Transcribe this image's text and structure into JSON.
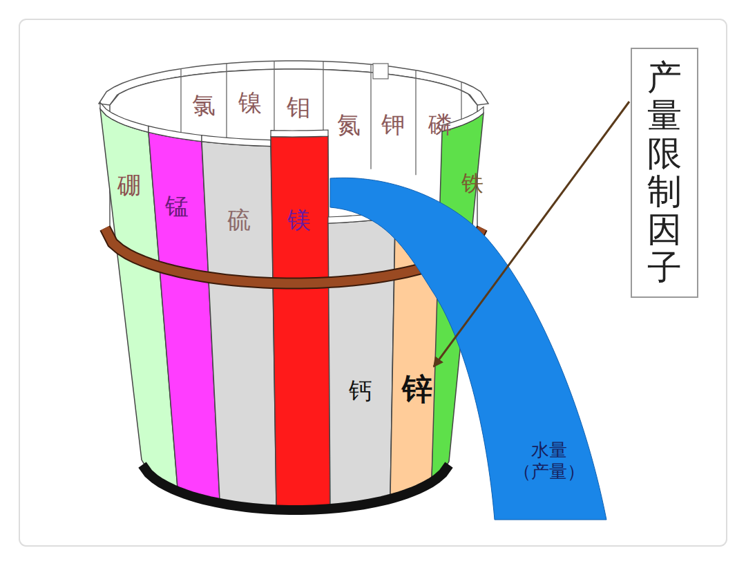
{
  "diagram": {
    "nodes": [
      {
        "text": [
          "氯"
        ]
      },
      {
        "text": [
          "镍"
        ]
      },
      {
        "text": [
          "钼"
        ]
      },
      {
        "text": [
          "氮"
        ]
      },
      {
        "text": [
          "钾"
        ]
      },
      {
        "text": [
          "磷"
        ]
      },
      {
        "text": [
          "硼"
        ]
      },
      {
        "text": [
          "锰"
        ]
      },
      {
        "text": [
          "硫"
        ]
      },
      {
        "text": [
          "镁"
        ]
      },
      {
        "text": [
          "铁"
        ]
      },
      {
        "text": [
          "钙"
        ]
      },
      {
        "text": [
          "锌"
        ]
      },
      {
        "text": [
          "产量限制因子"
        ]
      },
      {
        "text": [
          "水量 （产量）"
        ]
      }
    ],
    "edges": [
      {
        "from": 13,
        "to": 12,
        "arrow": "to"
      }
    ]
  }
}
